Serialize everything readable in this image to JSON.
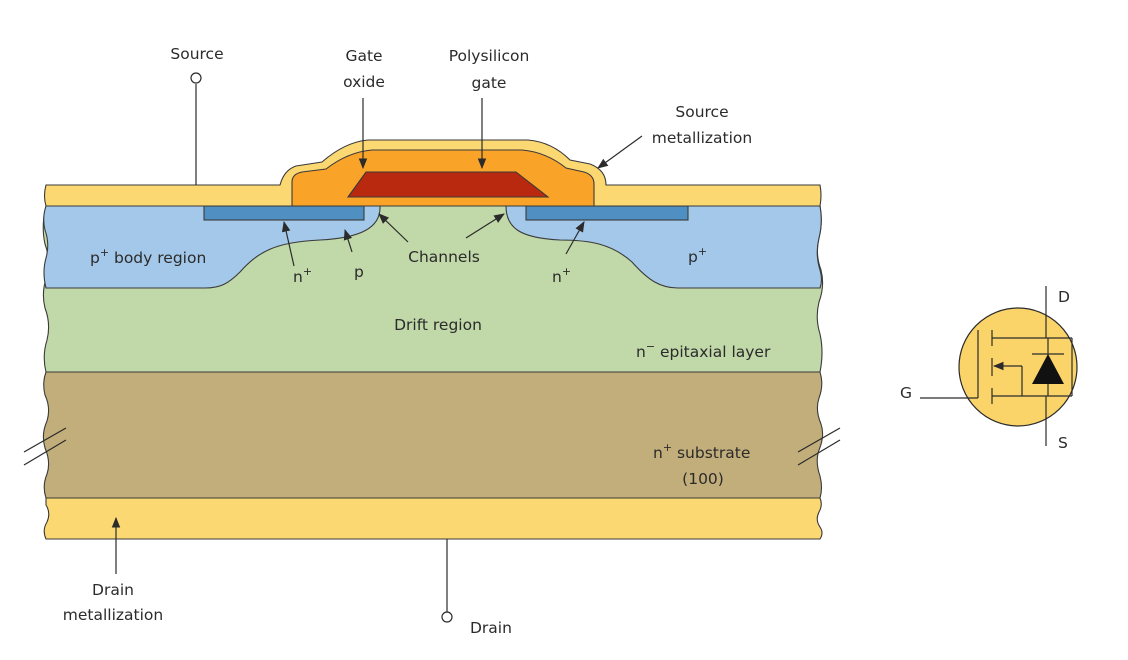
{
  "labels": {
    "source": "Source",
    "gate_oxide_1": "Gate",
    "gate_oxide_2": "oxide",
    "polysilicon_1": "Polysilicon",
    "polysilicon_2": "gate",
    "source_metal_1": "Source",
    "source_metal_2": "metallization",
    "p_body_base": "p",
    "p_body_sup": "+",
    "p_body_rest": " body region",
    "channels": "Channels",
    "n_left_base": "n",
    "n_left_sup": "+",
    "p_small": "p",
    "n_right_base": "n",
    "n_right_sup": "+",
    "p_right_base": "p",
    "p_right_sup": "+",
    "drift_region": "Drift region",
    "epi_base": "n",
    "epi_sup": "−",
    "epi_rest": " epitaxial layer",
    "substrate_base": "n",
    "substrate_sup": "+",
    "substrate_rest": " substrate",
    "substrate_orient": "(100)",
    "drain_metal_1": "Drain",
    "drain_metal_2": "metallization",
    "drain": "Drain"
  },
  "symbol": {
    "drain_label": "D",
    "gate_label": "G",
    "source_label": "S"
  },
  "colors": {
    "metal": "#FCD873",
    "metal_dark": "#F6D060",
    "oxide": "#F9A429",
    "polysilicon": "#B9290F",
    "p_body": "#A3C8E9",
    "n_plus_source": "#4F8FC1",
    "drift": "#C1D8A9",
    "substrate": "#C2AE7B",
    "symbol_fill": "#FBD469"
  },
  "icons": {
    "terminal": "open-circle-terminal",
    "arrow": "arrow-pointer",
    "break": "break-mark",
    "diode": "body-diode-triangle"
  }
}
